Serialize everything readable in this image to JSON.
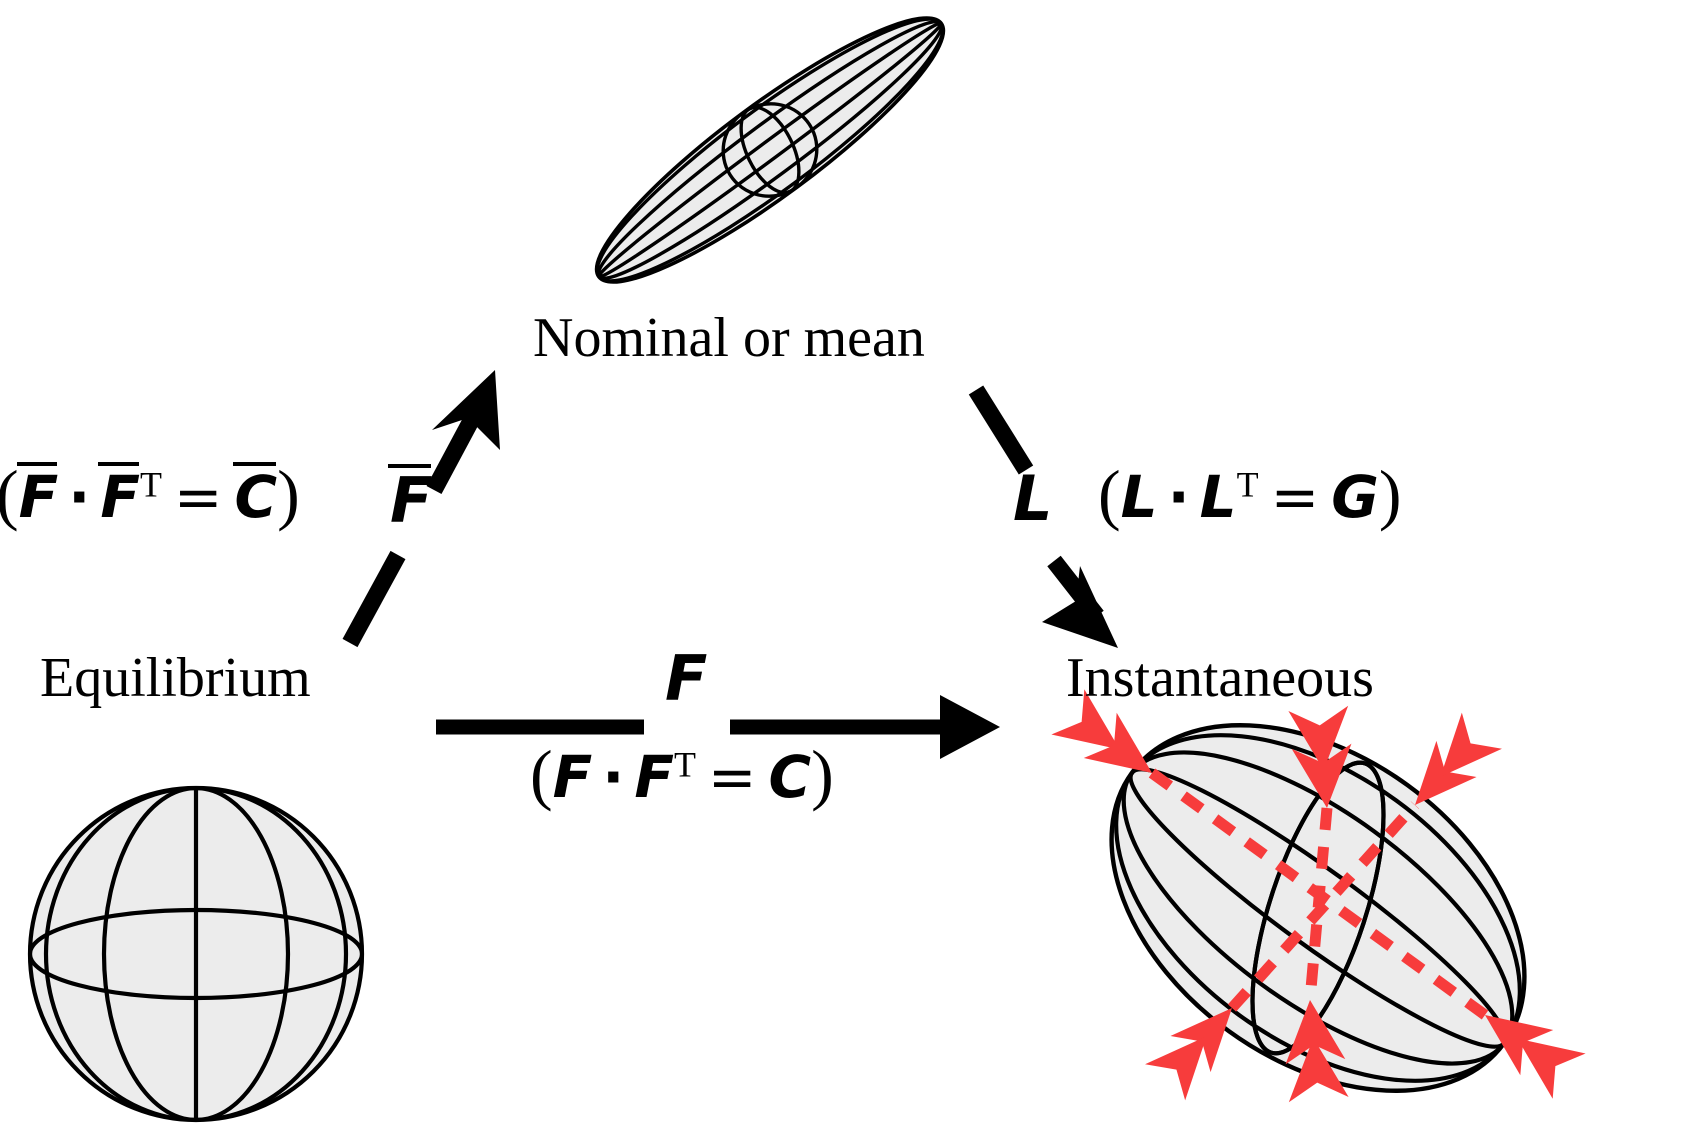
{
  "figure": {
    "type": "diagram",
    "description": "Multiplicative decomposition of the deformation gradient: equilibrium sphere mapped to a nominal/mean prolate ellipsoid and to an instantaneous ellipsoid.",
    "background_color": "#ffffff",
    "line_color": "#000000",
    "shape_fill": "#ececec",
    "accent_color": "#f73c3c"
  },
  "nodes": {
    "equilibrium": {
      "label": "Equilibrium",
      "shape": "sphere"
    },
    "nominal": {
      "label": "Nominal or mean",
      "shape": "prolate-ellipsoid"
    },
    "instantaneous": {
      "label": "Instantaneous",
      "shape": "ellipsoid"
    }
  },
  "arrows": {
    "equilibrium_to_nominal": {
      "style": "dashed",
      "label": "F",
      "label_overbar": true,
      "relation_open": "(",
      "relation_a": "F",
      "relation_dot": "·",
      "relation_b": "F",
      "relation_sup": "T",
      "relation_eq": "=",
      "relation_c": "C",
      "relation_close": ")",
      "relation_overbars": true
    },
    "nominal_to_instantaneous": {
      "style": "dashed",
      "label": "L",
      "label_overbar": false,
      "relation_open": "(",
      "relation_a": "L",
      "relation_dot": "·",
      "relation_b": "L",
      "relation_sup": "T",
      "relation_eq": "=",
      "relation_c": "G",
      "relation_close": ")",
      "relation_overbars": false
    },
    "equilibrium_to_instantaneous": {
      "style": "solid",
      "label": "F",
      "label_overbar": false,
      "relation_open": "(",
      "relation_a": "F",
      "relation_dot": "·",
      "relation_b": "F",
      "relation_sup": "T",
      "relation_eq": "=",
      "relation_c": "C",
      "relation_close": ")",
      "relation_overbars": false
    }
  },
  "principal_axes": {
    "color": "#f73c3c",
    "style": "dashed double-headed arrows",
    "count": 3,
    "note": "principal stretch directions on instantaneous ellipsoid"
  }
}
